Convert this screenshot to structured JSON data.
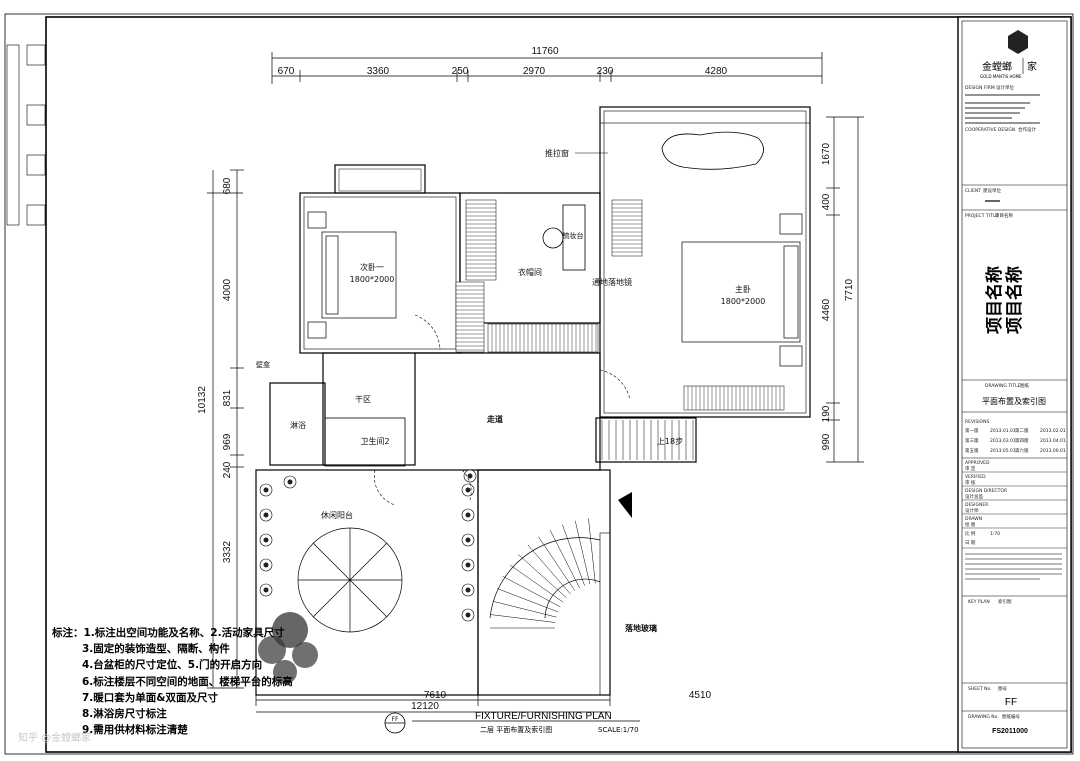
{
  "plan": {
    "title_en": "FIXTURE/FURNISHING PLAN",
    "title_cn": "二层  平面布置及索引图",
    "scale": "SCALE:1/70",
    "index_tag": "FF",
    "top_dims": {
      "total": "11760",
      "segments": [
        "670",
        "3360",
        "250",
        "2970",
        "230",
        "4280"
      ]
    },
    "left_dims": {
      "total": "10132",
      "segments": [
        "680",
        "4000",
        "831",
        "969",
        "240",
        "3332"
      ]
    },
    "right_dims": {
      "total": "7710",
      "segments": [
        "1670",
        "400",
        "4460",
        "190",
        "990"
      ]
    },
    "bottom_dims": {
      "total": "12120",
      "segments": [
        "7610",
        "4510"
      ]
    },
    "rooms": {
      "bedroom2": "次卧一",
      "bedroom2_size": "1800*2000",
      "master": "主卧",
      "master_size": "1800*2000",
      "wardrobe": "衣帽间",
      "dresser": "梳妆台",
      "mirror": "通地落地镜",
      "sliding_window": "推拉窗",
      "dry_area": "干区",
      "shower": "淋浴",
      "wc2": "卫生间2",
      "corridor": "走道",
      "stairs_up": "上18步",
      "balcony": "休闲阳台",
      "glass": "落地玻璃",
      "niche": "壁龛"
    },
    "notes": [
      "标注：1.标注出空间功能及名称、2.活动家具尺寸",
      "3.固定的装饰造型、隔断、构件",
      "4.台盆柜的尺寸定位、5.门的开启方向",
      "6.标注楼层不同空间的地面、楼梯平台的标高",
      "7.暖口套为单面&双面及尺寸",
      "8.淋浴房尺寸标注",
      "9.需用供材料标注清楚"
    ],
    "watermark": "知乎 @金螳螂家"
  },
  "title_block": {
    "brand_cn": "金螳螂",
    "brand_jia": "家",
    "brand_en": "GOLD MANTIS HOME",
    "design_unit_label": "DESIGN FIRM",
    "design_unit_cn": "设计单位",
    "coop_label": "COOPERATIVE DESIGN",
    "coop_cn": "合作设计",
    "client_label": "CLIENT",
    "client_cn": "建设单位",
    "project_title_label": "PROJECT TITLE",
    "project_title_cn": "项目名称",
    "project_big_1": "项目名称",
    "project_big_2": "项目名称",
    "drawing_title_label": "DRAWING TITLE",
    "drawing_title_cn": "图纸",
    "drawing_title": "平面布置及索引图",
    "revisions_label": "REVISIONS",
    "rows": [
      [
        "第一版",
        "2013.01.01",
        "第二版",
        "2013.02.01"
      ],
      [
        "第三版",
        "2013.03.01",
        "第四版",
        "2013.04.01"
      ],
      [
        "第五版",
        "2013.05.01",
        "第六版",
        "2013.06.01"
      ]
    ],
    "approved": "APPROVED",
    "approved_cn": "审 定",
    "verified": "VERIFIED",
    "verified_cn": "审 核",
    "design_director": "DESIGN DIRECTOR",
    "design_director_cn": "设计总监",
    "designer": "DESIGNER",
    "designer_cn": "设计师",
    "drawn": "DRAWN",
    "drawn_cn": "绘 图",
    "scale_label": "比 例",
    "scale_value": "1:70",
    "date_label": "日 期",
    "key_plan": "KEY PLAN",
    "key_plan_cn": "索引图",
    "sheet_no_label": "SHEET No.",
    "sheet_no_cn": "图号",
    "sheet_no": "FF",
    "drawing_no_label": "DRAWING No.",
    "drawing_no_cn": "图纸编号",
    "drawing_no": "FS2011000"
  }
}
